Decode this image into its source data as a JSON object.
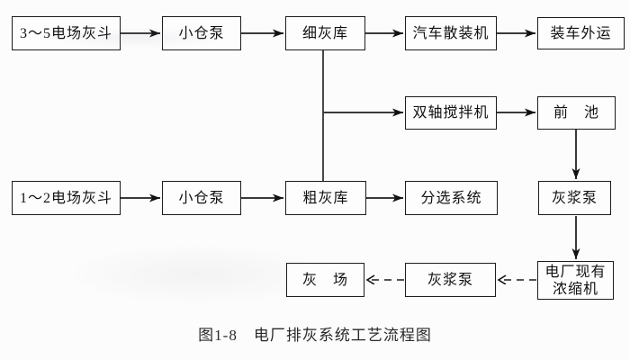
{
  "diagram": {
    "caption": "图1-8　电厂排灰系统工艺流程图",
    "nodes": {
      "hopper35": {
        "label": "3～5电场灰斗"
      },
      "pump_top": {
        "label": "小仓泵"
      },
      "fine_silo": {
        "label": "细灰库"
      },
      "truck_loader": {
        "label": "汽车散装机"
      },
      "truck_out": {
        "label": "装车外运"
      },
      "mixer": {
        "label": "双轴搅拌机"
      },
      "fore_pool": {
        "label": "前　池"
      },
      "hopper12": {
        "label": "1～2电场灰斗"
      },
      "pump_bottom": {
        "label": "小仓泵"
      },
      "coarse_silo": {
        "label": "粗灰库"
      },
      "sorting": {
        "label": "分选系统"
      },
      "slurry_pump_right": {
        "label": "灰浆泵"
      },
      "ash_yard": {
        "label": "灰　场"
      },
      "slurry_pump_bottom": {
        "label": "灰浆泵"
      },
      "thickener": {
        "label": "电厂现有\n浓缩机"
      }
    },
    "colors": {
      "line": "#3a3a3a",
      "arrowhead": "#111111",
      "border": "#1c1c1c",
      "text": "#111111",
      "background": "#fcfcfc"
    }
  }
}
